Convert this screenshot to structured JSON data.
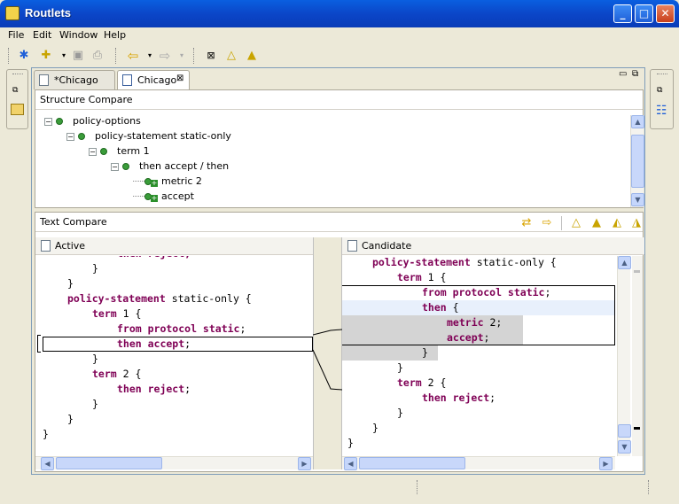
{
  "window": {
    "title": "Routlets"
  },
  "menu": [
    "File",
    "Edit",
    "Window",
    "Help"
  ],
  "tabs": [
    {
      "label": "*Chicago",
      "active": false
    },
    {
      "label": "Chicago",
      "active": true
    }
  ],
  "structure": {
    "title": "Structure Compare",
    "rows": [
      {
        "label": "policy-options",
        "depth": 0,
        "added": false
      },
      {
        "label": "policy-statement static-only",
        "depth": 1,
        "added": false
      },
      {
        "label": "term 1",
        "depth": 2,
        "added": false
      },
      {
        "label": "then accept / then",
        "depth": 3,
        "added": false
      },
      {
        "label": "metric 2",
        "depth": 4,
        "added": true
      },
      {
        "label": "accept",
        "depth": 4,
        "added": true
      }
    ]
  },
  "text_compare": {
    "title": "Text Compare",
    "left_title": "Active",
    "right_title": "Candidate",
    "left_lines": [
      {
        "indent": 12,
        "tokens": [
          {
            "t": "then reject;",
            "kw": true
          }
        ],
        "partial": true
      },
      {
        "indent": 8,
        "tokens": [
          {
            "t": "}",
            "kw": false
          }
        ]
      },
      {
        "indent": 4,
        "tokens": [
          {
            "t": "}",
            "kw": false
          }
        ]
      },
      {
        "indent": 4,
        "tokens": [
          {
            "t": "policy-statement",
            "kw": true
          },
          {
            "t": " static-only {",
            "kw": false
          }
        ]
      },
      {
        "indent": 8,
        "tokens": [
          {
            "t": "term",
            "kw": true
          },
          {
            "t": " 1 {",
            "kw": false
          }
        ]
      },
      {
        "indent": 12,
        "tokens": [
          {
            "t": "from protocol static",
            "kw": true
          },
          {
            "t": ";",
            "kw": false
          }
        ]
      },
      {
        "indent": 12,
        "tokens": [
          {
            "t": "then accept",
            "kw": true
          },
          {
            "t": ";",
            "kw": false
          }
        ]
      },
      {
        "indent": 8,
        "tokens": [
          {
            "t": "}",
            "kw": false
          }
        ]
      },
      {
        "indent": 8,
        "tokens": [
          {
            "t": "term",
            "kw": true
          },
          {
            "t": " 2 {",
            "kw": false
          }
        ]
      },
      {
        "indent": 12,
        "tokens": [
          {
            "t": "then reject",
            "kw": true
          },
          {
            "t": ";",
            "kw": false
          }
        ]
      },
      {
        "indent": 8,
        "tokens": [
          {
            "t": "}",
            "kw": false
          }
        ]
      },
      {
        "indent": 4,
        "tokens": [
          {
            "t": "}",
            "kw": false
          }
        ]
      },
      {
        "indent": 0,
        "tokens": [
          {
            "t": "}",
            "kw": false
          }
        ]
      }
    ],
    "right_lines": [
      {
        "indent": 4,
        "tokens": [
          {
            "t": "policy-statement",
            "kw": true
          },
          {
            "t": " static-only {",
            "kw": false
          }
        ]
      },
      {
        "indent": 8,
        "tokens": [
          {
            "t": "term",
            "kw": true
          },
          {
            "t": " 1 {",
            "kw": false
          }
        ]
      },
      {
        "indent": 12,
        "tokens": [
          {
            "t": "from protocol static",
            "kw": true
          },
          {
            "t": ";",
            "kw": false
          }
        ]
      },
      {
        "indent": 12,
        "tokens": [
          {
            "t": "then",
            "kw": true
          },
          {
            "t": " {",
            "kw": false
          }
        ]
      },
      {
        "indent": 16,
        "tokens": [
          {
            "t": "metric",
            "kw": true
          },
          {
            "t": " 2;",
            "kw": false
          }
        ]
      },
      {
        "indent": 16,
        "tokens": [
          {
            "t": "accept",
            "kw": true
          },
          {
            "t": ";",
            "kw": false
          }
        ]
      },
      {
        "indent": 12,
        "tokens": [
          {
            "t": "}",
            "kw": false
          }
        ]
      },
      {
        "indent": 8,
        "tokens": [
          {
            "t": "}",
            "kw": false
          }
        ]
      },
      {
        "indent": 8,
        "tokens": [
          {
            "t": "term",
            "kw": true
          },
          {
            "t": " 2 {",
            "kw": false
          }
        ]
      },
      {
        "indent": 12,
        "tokens": [
          {
            "t": "then reject",
            "kw": true
          },
          {
            "t": ";",
            "kw": false
          }
        ]
      },
      {
        "indent": 8,
        "tokens": [
          {
            "t": "}",
            "kw": false
          }
        ]
      },
      {
        "indent": 4,
        "tokens": [
          {
            "t": "}",
            "kw": false
          }
        ]
      },
      {
        "indent": 0,
        "tokens": [
          {
            "t": "}",
            "kw": false
          }
        ]
      }
    ]
  },
  "colors": {
    "keyword": "#7f0055",
    "change_bg": "#d4d4d4",
    "current_bg": "#e8f0fc"
  }
}
